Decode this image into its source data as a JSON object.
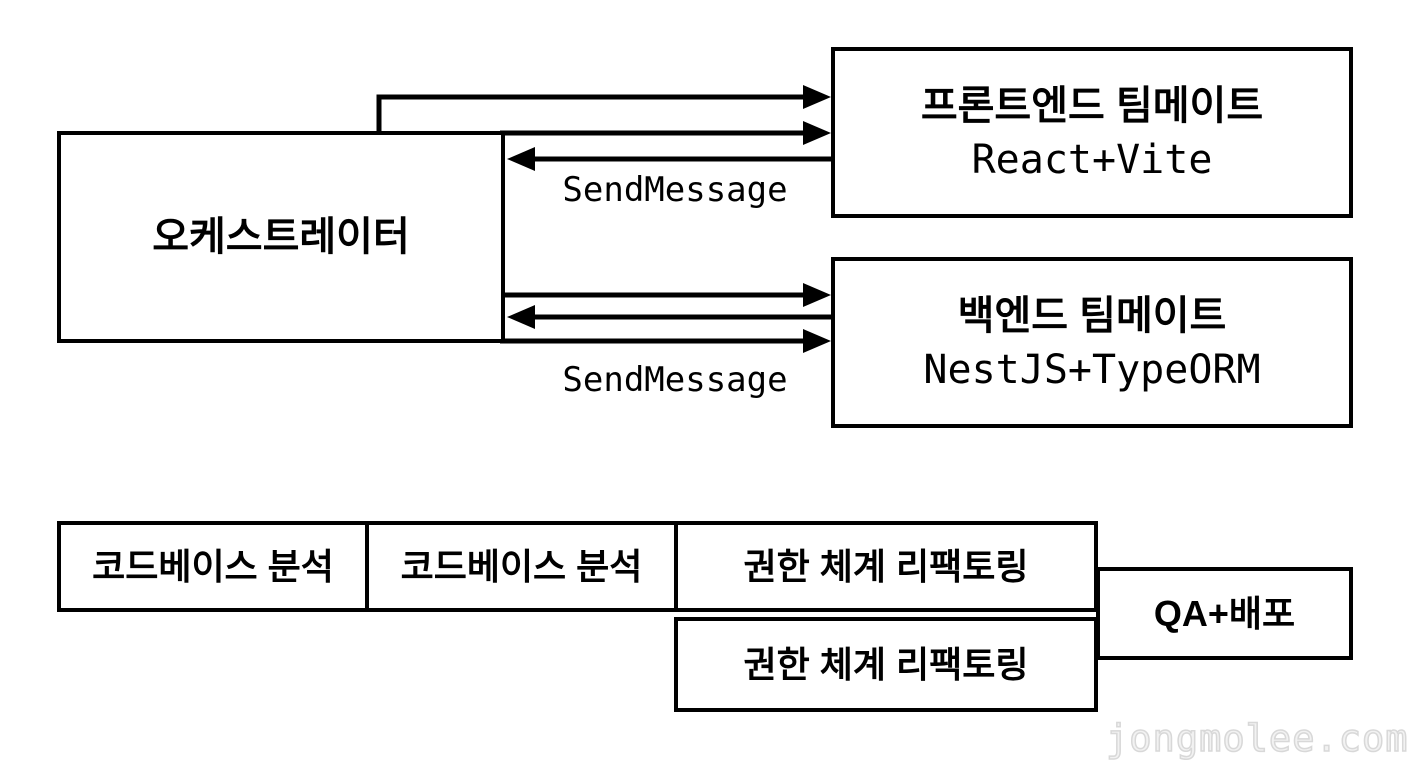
{
  "nodes": {
    "orchestrator": {
      "label": "오케스트레이터"
    },
    "frontend_teammate": {
      "title": "프론트엔드 팀메이트",
      "subtitle": "React+Vite"
    },
    "backend_teammate": {
      "title": "백엔드 팀메이트",
      "subtitle": "NestJS+TypeORM"
    }
  },
  "arrows": {
    "frontend_message_label": "SendMessage",
    "backend_message_label": "SendMessage"
  },
  "timeline": {
    "tasks": [
      {
        "label": "코드베이스 분석"
      },
      {
        "label": "코드베이스 분석"
      },
      {
        "label": "권한 체계 리팩토링"
      },
      {
        "label": "권한 체계 리팩토링"
      },
      {
        "label": "QA+배포"
      }
    ]
  },
  "watermark": {
    "text": "jongmolee.com"
  },
  "colors": {
    "line": "#000000",
    "background": "#ffffff",
    "watermark": "#d8d8d8"
  }
}
